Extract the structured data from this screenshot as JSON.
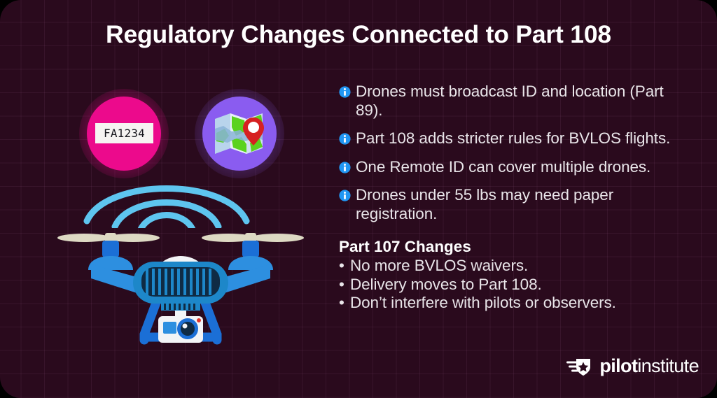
{
  "page": {
    "title": "Regulatory Changes Connected to Part 108",
    "background_color": "#2a0a1d",
    "text_color": "#e9e5e9"
  },
  "illustration": {
    "remote_id_badge": {
      "label": "FA1234",
      "icon": "remote-id-badge-icon",
      "circle_color": "#ec0a8c"
    },
    "map_badge": {
      "icon": "map-pin-icon",
      "circle_color": "#8a5cf0"
    },
    "signal": {
      "icon": "broadcast-waves-icon",
      "color": "#5ec5ef",
      "arcs": 3
    },
    "drone": {
      "icon": "quadcopter-drone-icon",
      "body_color": "#1d87c9",
      "arm_color": "#2d8fe0",
      "propeller_color": "#ddd9c3",
      "camera_icon": "drone-camera-icon"
    }
  },
  "info_list": {
    "icon": "info-circle-icon",
    "icon_color": "#2196f3",
    "items": [
      "Drones must broadcast ID and location (Part 89).",
      "Part 108 adds stricter rules for BVLOS flights.",
      "One Remote ID can cover multiple drones.",
      "Drones under 55 lbs may need paper registration."
    ]
  },
  "part107": {
    "heading": "Part 107 Changes",
    "bullet_char": "•",
    "items": [
      "No more BVLOS waivers.",
      "Delivery moves to Part 108.",
      "Don’t interfere with pilots or observers."
    ]
  },
  "logo": {
    "mark": "winged-shield-star-icon",
    "word_bold": "pilot",
    "word_light": "institute"
  }
}
